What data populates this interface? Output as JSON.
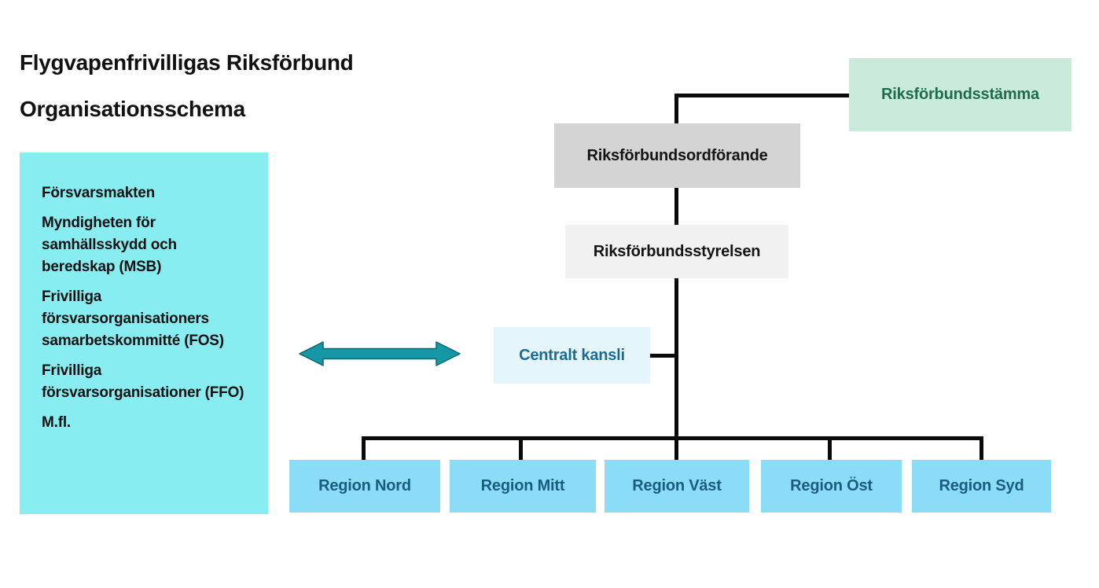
{
  "header": {
    "title": "Flygvapenfrivilligas Riksförbund",
    "subtitle": "Organisationsschema"
  },
  "org": {
    "assembly": "Riksförbundsstämma",
    "chairman": "Riksförbundsordförande",
    "board": "Riksförbundsstyrelsen",
    "office": "Centralt kansli",
    "regions": [
      "Region Nord",
      "Region Mitt",
      "Region Väst",
      "Region Öst",
      "Region Syd"
    ]
  },
  "partners": {
    "items": [
      "Försvarsmakten",
      "Myndigheten för samhällsskydd och beredskap (MSB)",
      "Frivilliga försvarsorganisationers samarbetskommitté (FOS)",
      "Frivilliga försvarsorganisationer (FFO)",
      "M.fl."
    ]
  },
  "icons": {
    "double_arrow": "double-headed-horizontal-arrow"
  },
  "colors": {
    "partners_bg": "#88edf1",
    "assembly_bg": "#caebda",
    "assembly_text": "#1f6b4e",
    "chairman_bg": "#d4d4d4",
    "board_bg": "#f1f1f1",
    "office_bg": "#e4f6fb",
    "office_text": "#1a6c96",
    "region_bg": "#8bddf7",
    "region_text": "#1a5b80",
    "arrow_fill": "#1697a6",
    "arrow_stroke": "#0d6872",
    "connector": "#0a0a0a"
  }
}
